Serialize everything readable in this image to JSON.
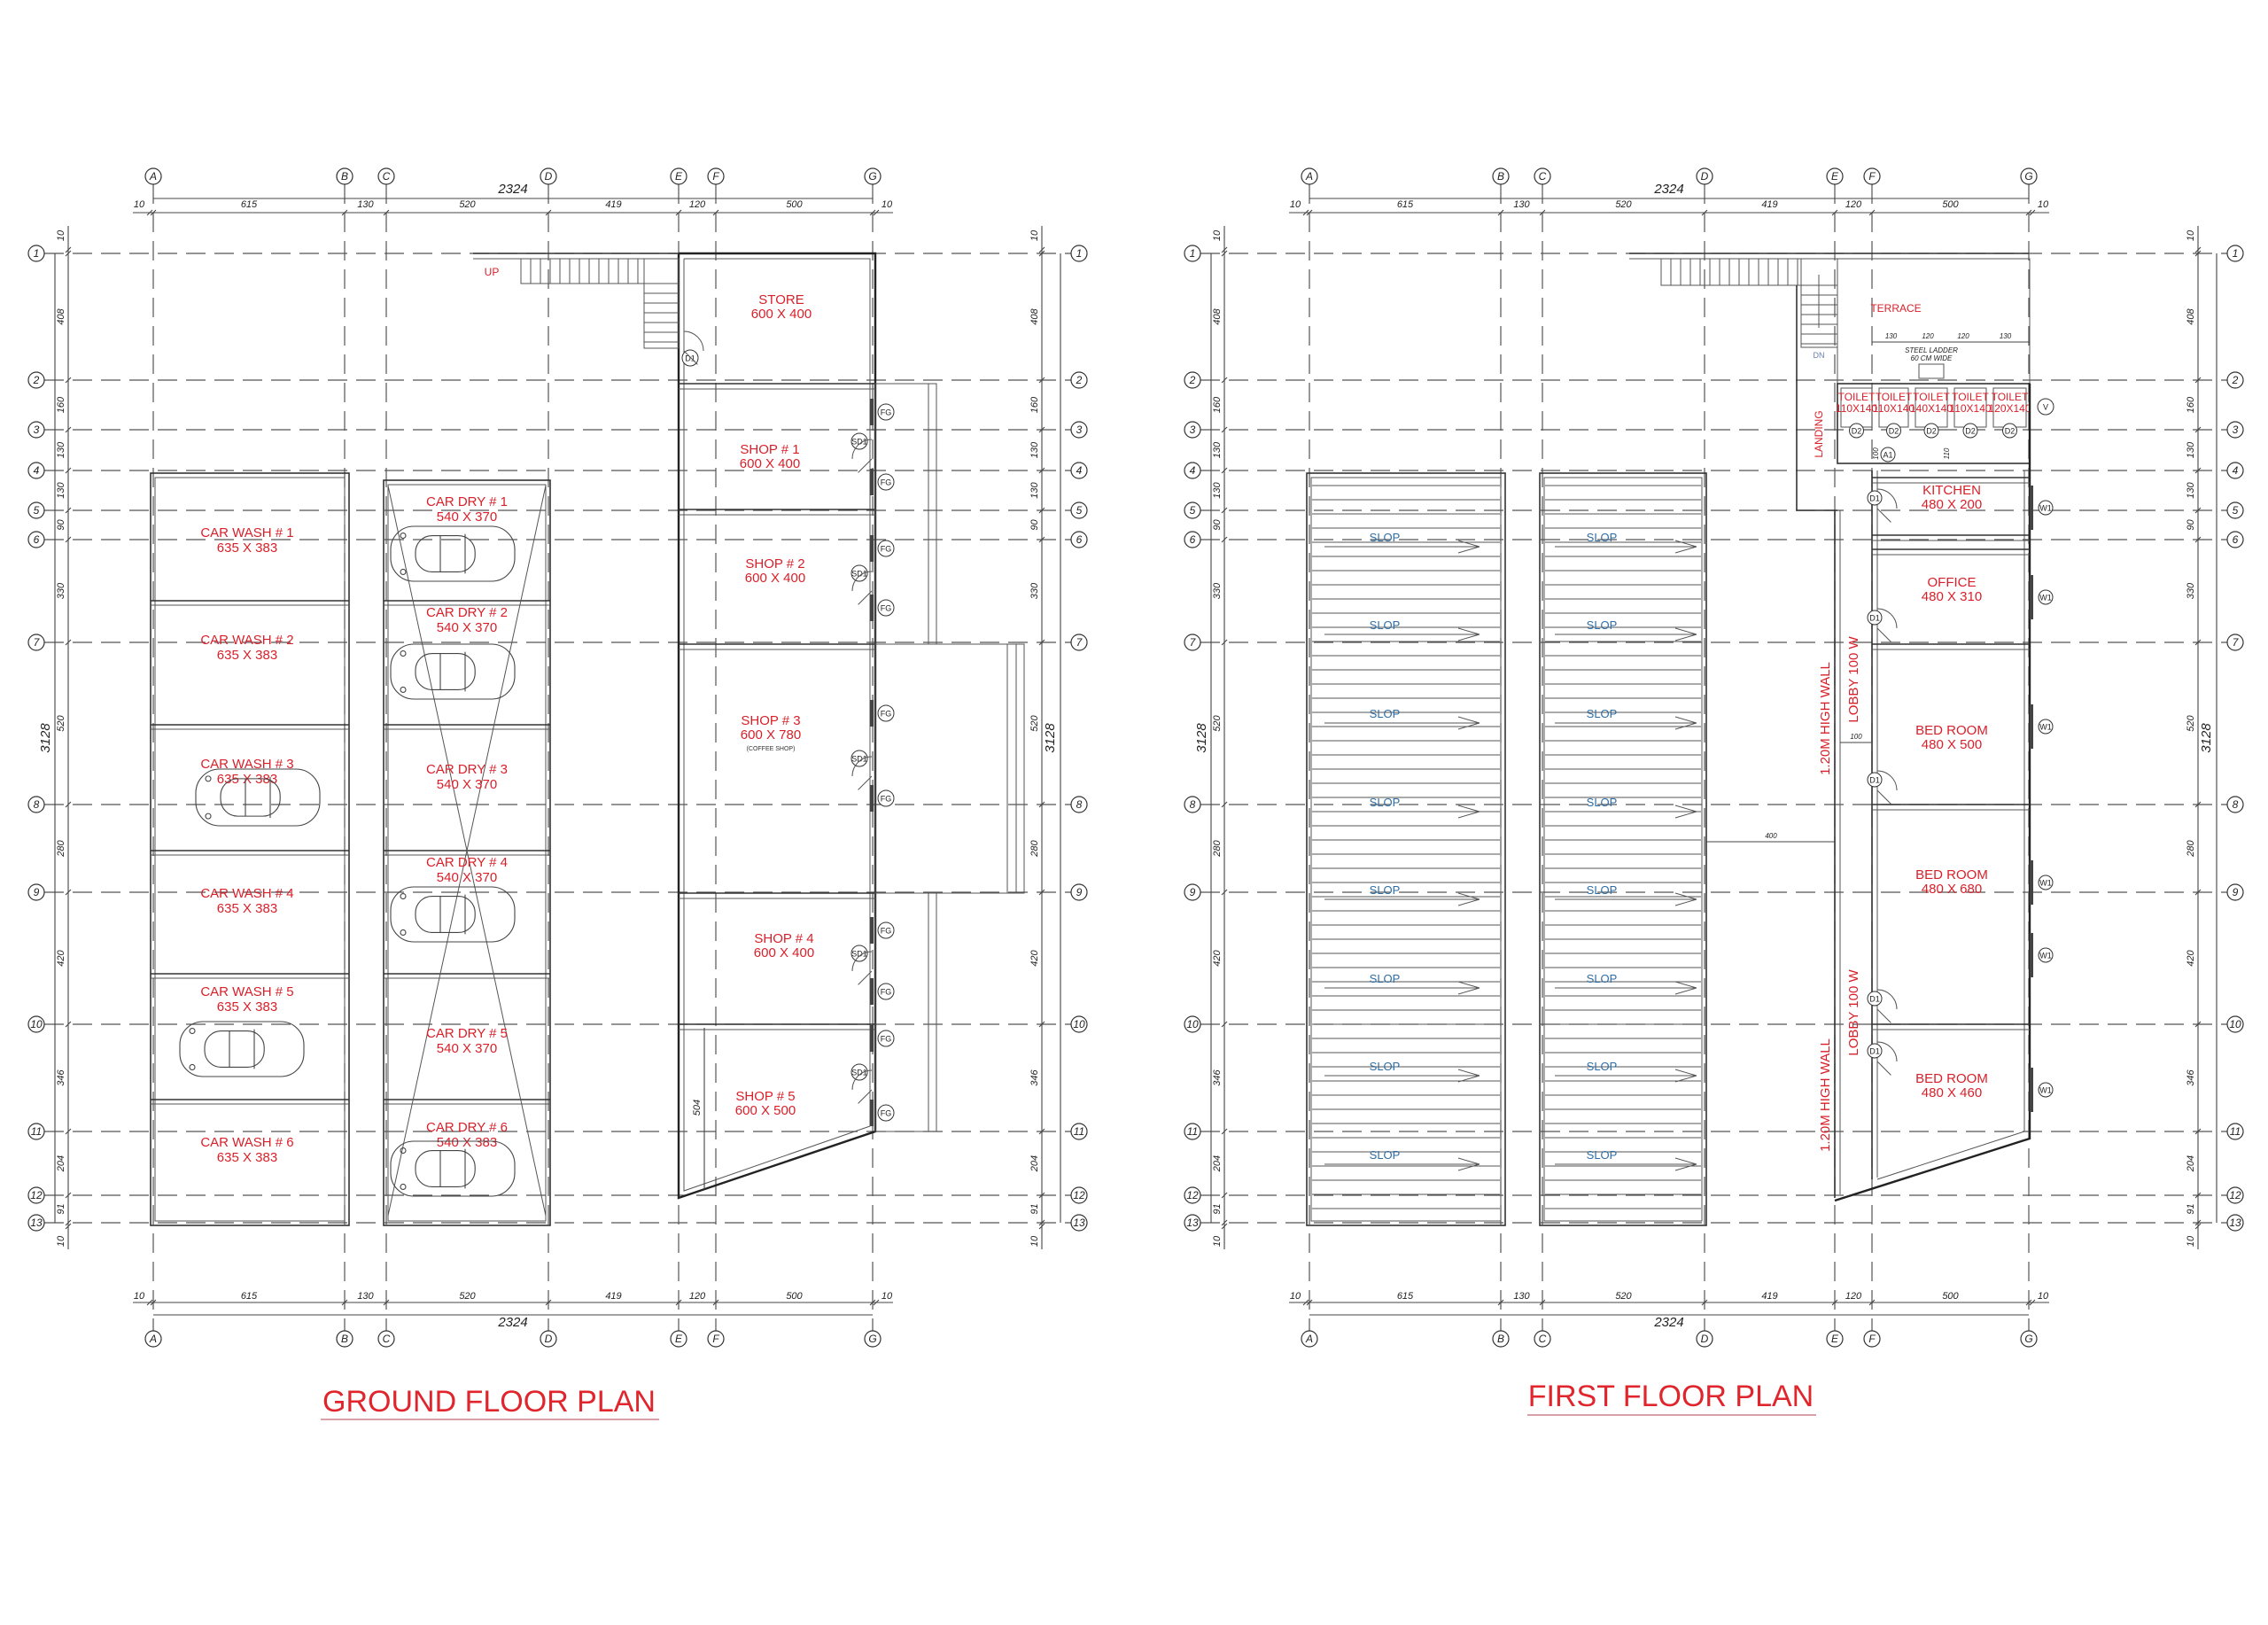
{
  "colors": {
    "label_red": "#d9202a",
    "line": "#333333",
    "slope_blue": "#2e6da4"
  },
  "grid": {
    "columns": [
      "A",
      "B",
      "C",
      "D",
      "E",
      "F",
      "G"
    ],
    "rows": [
      "1",
      "2",
      "3",
      "4",
      "5",
      "6",
      "7",
      "8",
      "9",
      "10",
      "11",
      "12",
      "13"
    ]
  },
  "dimensions": {
    "overall_width": "2324",
    "width_segments": [
      "10",
      "615",
      "130",
      "520",
      "419",
      "120",
      "500",
      "10"
    ],
    "overall_height": "3128",
    "height_segments": [
      "10",
      "408",
      "160",
      "130",
      "130",
      "90",
      "330",
      "520",
      "280",
      "420",
      "346",
      "204",
      "91",
      "10"
    ]
  },
  "ground_floor": {
    "title": "GROUND FLOOR PLAN",
    "stair_label": "UP",
    "car_wash": [
      {
        "name": "CAR WASH # 1",
        "size": "635 X 383"
      },
      {
        "name": "CAR WASH # 2",
        "size": "635 X 383"
      },
      {
        "name": "CAR WASH # 3",
        "size": "635 X 383"
      },
      {
        "name": "CAR WASH # 4",
        "size": "635 X 383"
      },
      {
        "name": "CAR WASH # 5",
        "size": "635 X 383"
      },
      {
        "name": "CAR WASH # 6",
        "size": "635 X 383"
      }
    ],
    "car_dry": [
      {
        "name": "CAR DRY # 1",
        "size": "540 X 370"
      },
      {
        "name": "CAR DRY # 2",
        "size": "540 X 370"
      },
      {
        "name": "CAR DRY # 3",
        "size": "540 X 370"
      },
      {
        "name": "CAR DRY # 4",
        "size": "540 X 370"
      },
      {
        "name": "CAR DRY # 5",
        "size": "540 X 370"
      },
      {
        "name": "CAR DRY # 6",
        "size": "540 X 383"
      }
    ],
    "shops": [
      {
        "name": "STORE",
        "size": "600 X 400"
      },
      {
        "name": "SHOP # 1",
        "size": "600 X 400"
      },
      {
        "name": "SHOP # 2",
        "size": "600 X 400"
      },
      {
        "name": "SHOP # 3",
        "size": "600 X 780",
        "note": "(COFFEE SHOP)"
      },
      {
        "name": "SHOP # 4",
        "size": "600 X 400"
      },
      {
        "name": "SHOP # 5",
        "size": "600 X 500"
      }
    ],
    "tags": {
      "d1": "D1",
      "sd1": "SD1",
      "fg": "FG"
    },
    "shop5_depth": "504"
  },
  "first_floor": {
    "title": "FIRST FLOOR PLAN",
    "slope_label": "SLOP",
    "stair_label": "DN",
    "landing": "LANDING",
    "terrace": "TERRACE",
    "terrace_dims": [
      "130",
      "120",
      "120",
      "130"
    ],
    "ladder_label_1": "STEEL LADDER",
    "ladder_label_2": "60 CM WIDE",
    "toilets": [
      {
        "name": "TOILET",
        "size": "110X140"
      },
      {
        "name": "TOILET",
        "size": "110X140"
      },
      {
        "name": "TOILET",
        "size": "140X140"
      },
      {
        "name": "TOILET",
        "size": "110X140"
      },
      {
        "name": "TOILET",
        "size": "120X140"
      }
    ],
    "toilet_dims": [
      "100",
      "110"
    ],
    "rooms": [
      {
        "name": "KITCHEN",
        "size": "480 X 200"
      },
      {
        "name": "OFFICE",
        "size": "480 X 310"
      },
      {
        "name": "BED ROOM",
        "size": "480 X 500"
      },
      {
        "name": "BED ROOM",
        "size": "480 X 680"
      },
      {
        "name": "BED ROOM",
        "size": "480 X 460"
      }
    ],
    "lobby": "LOBBY 100 W",
    "high_wall": "1.20M HIGH WALL",
    "lobby_width_dim": "100",
    "gap_dim": "400",
    "tags": {
      "d1": "D1",
      "d2": "D2",
      "w1": "W1",
      "a1": "A1",
      "v": "V"
    }
  }
}
